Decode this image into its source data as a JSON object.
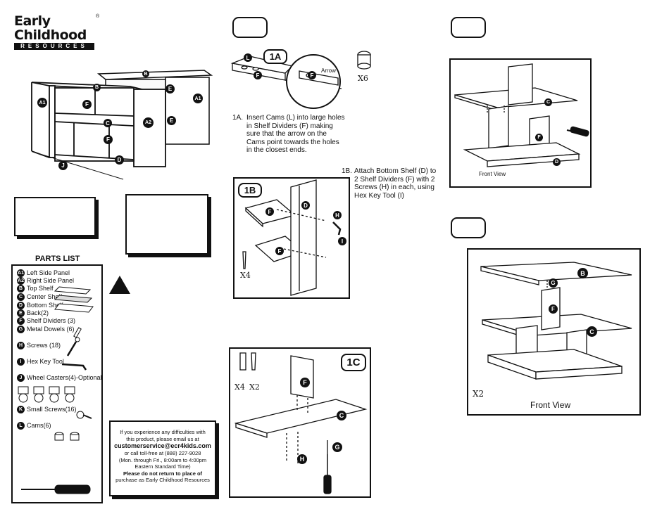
{
  "brand": {
    "name_line1": "Early Childhood",
    "name_line2": "RESOURCES",
    "trademark": "®"
  },
  "overview": {
    "labels": [
      "A1",
      "B",
      "E",
      "A1",
      "B",
      "F",
      "A2",
      "E",
      "C",
      "F",
      "D",
      "J"
    ]
  },
  "parts_list": {
    "title": "PARTS LIST",
    "items": [
      {
        "key": "A1",
        "text": "Left Side Panel"
      },
      {
        "key": "A2",
        "text": "Right Side Panel"
      },
      {
        "key": "B",
        "text": "Top Shelf"
      },
      {
        "key": "C",
        "text": "Center Shelf"
      },
      {
        "key": "D",
        "text": "Bottom Shelf"
      },
      {
        "key": "E",
        "text": "Back(2)"
      },
      {
        "key": "F",
        "text": "Shelf Dividers (3)"
      },
      {
        "key": "G",
        "text": "Metal Dowels (6)"
      },
      {
        "key": "H",
        "text": "Screws (18)"
      },
      {
        "key": "I",
        "text": "Hex Key Tool"
      },
      {
        "key": "J",
        "text": "Wheel Casters(4)-Optional"
      },
      {
        "key": "K",
        "text": "Small Screws(16)"
      },
      {
        "key": "L",
        "text": "Cams(6)"
      }
    ]
  },
  "contact": {
    "line1": "If you experience any difficulties with",
    "line2": "this product, please email us at",
    "email": "customerservice@ecr4kids.com",
    "line3": "or call toll-free at (888) 227-9028",
    "line4": "(Mon. through Fri., 8:00am to 4:00pm",
    "line5": "Eastern Standard Time)",
    "bold1": "Please do not return to place of",
    "line6": "purchase as Early Childhood Resources"
  },
  "step1": {
    "tag_1a": "1A",
    "arrow_label": "Arrow",
    "cam_count": "X6",
    "instr_1a_prefix": "1A.",
    "instr_1a": "Insert Cams (L) into large holes in Shelf Dividers (F) making sure that the arrow on the Cams point towards the holes in the closest ends.",
    "instr_1b_prefix": "1B.",
    "instr_1b": "Attach Bottom Shelf (D) to 2 Shelf Dividers (F) with 2 Screws (H) in each, using Hex Key Tool (I)",
    "tag_1b": "1B",
    "screw_count_1b": "X4",
    "tag_1c": "1C",
    "count_1c_a": "X4",
    "count_1c_b": "X2",
    "labels": {
      "L": "L",
      "F": "F",
      "D": "D",
      "H": "H",
      "I": "I",
      "C": "C",
      "G": "G"
    }
  },
  "step2": {
    "caption": "Front View",
    "labels": {
      "C": "C",
      "F": "F",
      "D": "D"
    }
  },
  "step3": {
    "caption": "Front View",
    "count": "X2",
    "labels": {
      "B": "B",
      "G": "G",
      "F": "F",
      "C": "C"
    }
  }
}
